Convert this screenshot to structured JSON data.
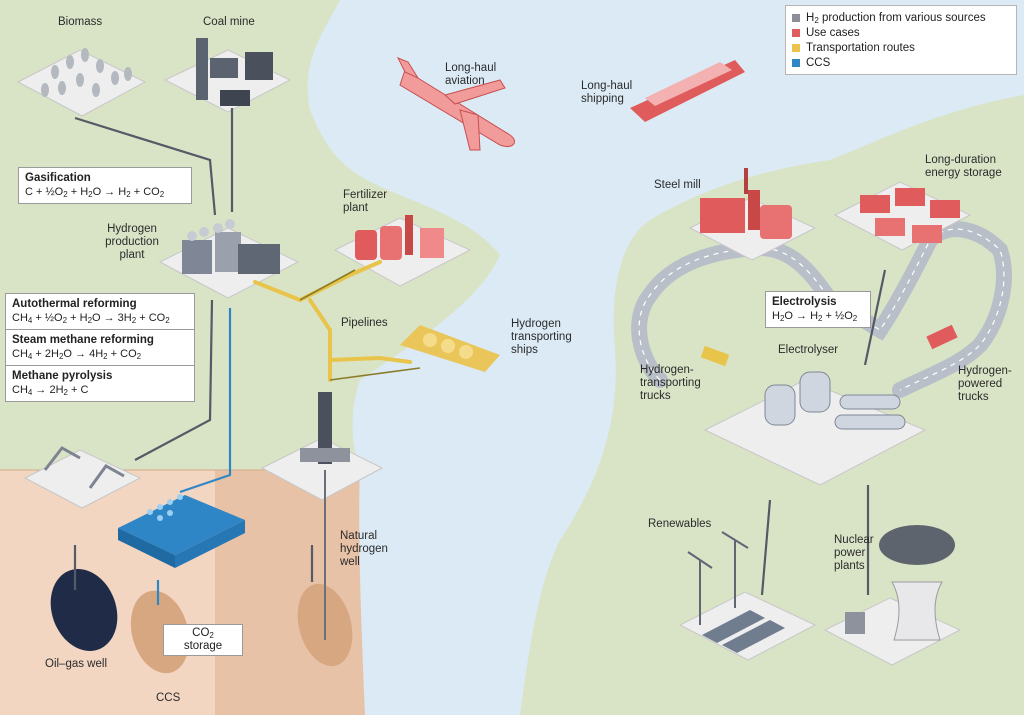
{
  "colors": {
    "land": "#d9e4c6",
    "water": "#dbeaf5",
    "soil": "#f2d6c2",
    "soil_dark": "#e8c2a6",
    "production": "#8e8e9a",
    "use_cases": "#e05b5b",
    "transport": "#e8c44a",
    "ccs": "#2f86c6"
  },
  "legend": {
    "production": {
      "before": "H",
      "sub": "2",
      "after": " production from various sources"
    },
    "use_cases": "Use cases",
    "transport": "Transportation routes",
    "ccs": "CCS"
  },
  "labels": {
    "biomass": "Biomass",
    "coal_mine": "Coal mine",
    "long_haul_aviation": "Long-haul\naviation",
    "long_haul_shipping": "Long-haul\nshipping",
    "hydrogen_plant": "Hydrogen\nproduction\nplant",
    "fertilizer_plant": "Fertilizer\nplant",
    "pipelines": "Pipelines",
    "hydrogen_ships": "Hydrogen\ntransporting\nships",
    "steel_mill": "Steel mill",
    "long_duration_storage": "Long-duration\nenergy storage",
    "electrolyser": "Electrolyser",
    "hydrogen_trucks": "Hydrogen-\ntransporting\ntrucks",
    "hydrogen_powered_trucks": "Hydrogen-\npowered\ntrucks",
    "renewables": "Renewables",
    "nuclear": "Nuclear\npower\nplants",
    "natural_well": "Natural\nhydrogen\nwell",
    "oil_gas_well": "Oil–gas well",
    "ccs": "CCS",
    "co2_storage_line1": "CO",
    "co2_storage_sub": "2",
    "co2_storage_line2": "storage"
  },
  "boxes": {
    "gasification": {
      "title": "Gasification",
      "formula": [
        "C + ½O",
        "2",
        " + H",
        "2",
        "O → H",
        "2",
        " + CO",
        "2"
      ]
    },
    "autothermal": {
      "title": "Autothermal reforming",
      "formula": [
        "CH",
        "4",
        " + ½O",
        "2",
        " + H",
        "2",
        "O → 3H",
        "2",
        " + CO",
        "2"
      ]
    },
    "steam_methane": {
      "title": "Steam methane reforming",
      "formula": [
        "CH",
        "4",
        " + 2H",
        "2",
        "O → 4H",
        "2",
        " + CO",
        "2"
      ]
    },
    "pyrolysis": {
      "title": "Methane pyrolysis",
      "formula": [
        "CH",
        "4",
        " → 2H",
        "2",
        " + C"
      ]
    },
    "electrolysis": {
      "title": "Electrolysis",
      "formula": [
        "H",
        "2",
        "O → H",
        "2",
        " + ½O",
        "2"
      ]
    }
  }
}
